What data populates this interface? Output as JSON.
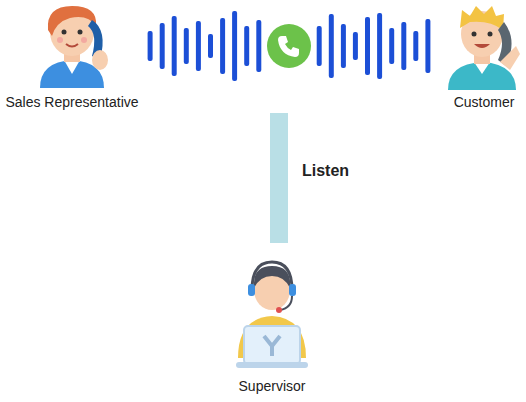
{
  "diagram": {
    "nodes": [
      {
        "text": [
          "Sales Representative"
        ]
      },
      {
        "text": [
          "Customer"
        ]
      },
      {
        "text": [
          "Supervisor"
        ]
      }
    ],
    "edges": [
      {
        "from": 0,
        "to": 1,
        "arrow": "none"
      }
    ],
    "labels": [
      "Listen"
    ]
  }
}
